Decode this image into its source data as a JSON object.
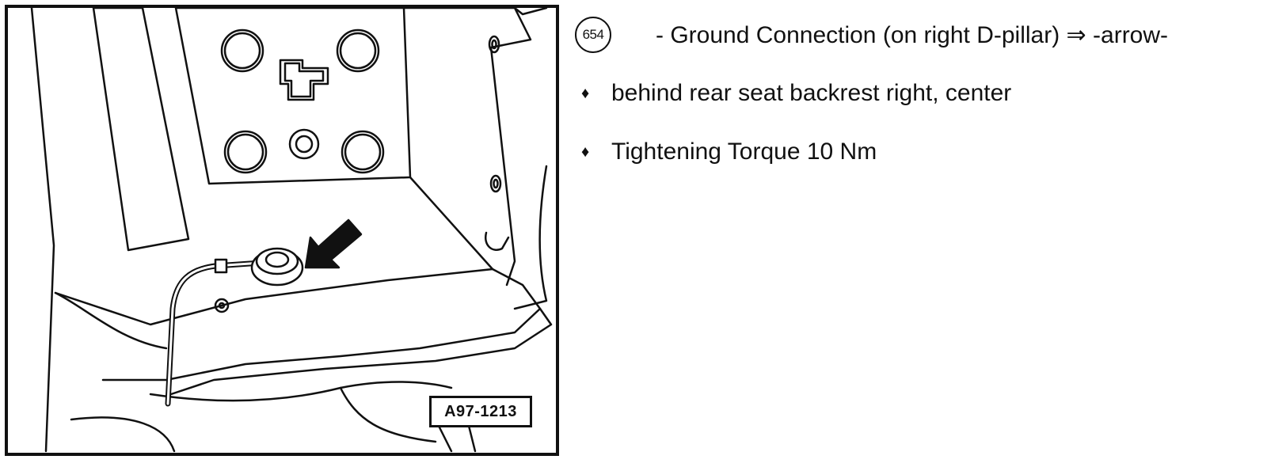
{
  "figure": {
    "id_label": "A97-1213"
  },
  "legend": {
    "number": "654",
    "title": "- Ground Connection (on right D-pillar) ⇒ -arrow-"
  },
  "notes": [
    {
      "bullet": "♦",
      "text": "behind rear seat backrest right, center"
    },
    {
      "bullet": "♦",
      "text": "Tightening Torque 10 Nm"
    }
  ]
}
